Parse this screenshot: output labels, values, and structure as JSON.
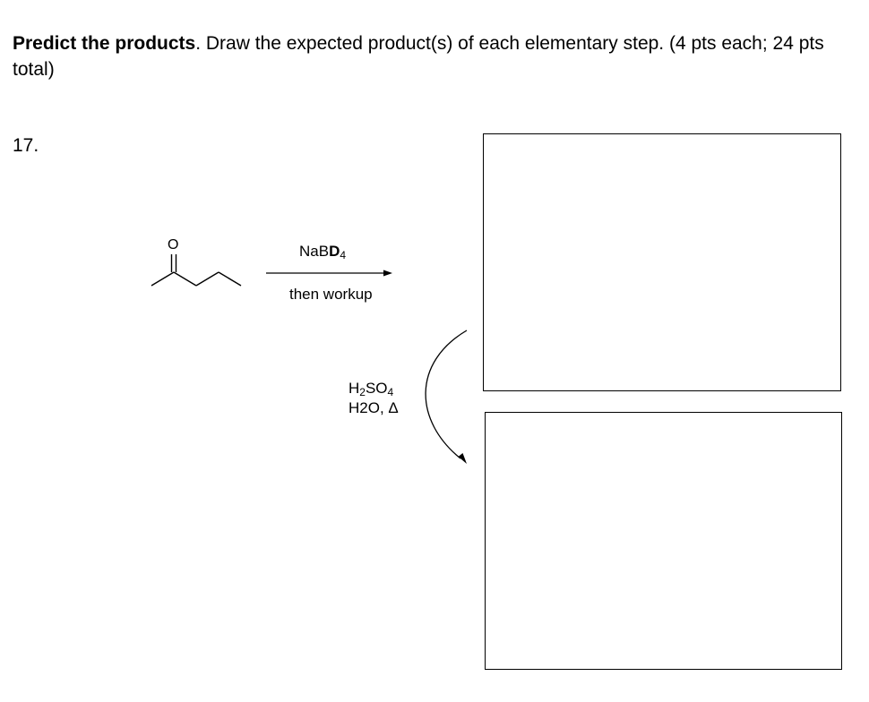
{
  "instructions": {
    "bold_lead": "Predict the products",
    "rest": ". Draw the expected product(s) of each elementary step. (4 pts each; 24 pts total)"
  },
  "question": {
    "number": "17."
  },
  "molecule": {
    "atom_label": "O"
  },
  "step1": {
    "reagent_prefix": "NaB",
    "reagent_bold": "D",
    "reagent_subscript": "4",
    "condition": "then workup"
  },
  "step2": {
    "acid_h": "H",
    "acid_sub1": "2",
    "acid_so": "SO",
    "acid_sub2": "4",
    "conditions": "H2O, Δ"
  }
}
